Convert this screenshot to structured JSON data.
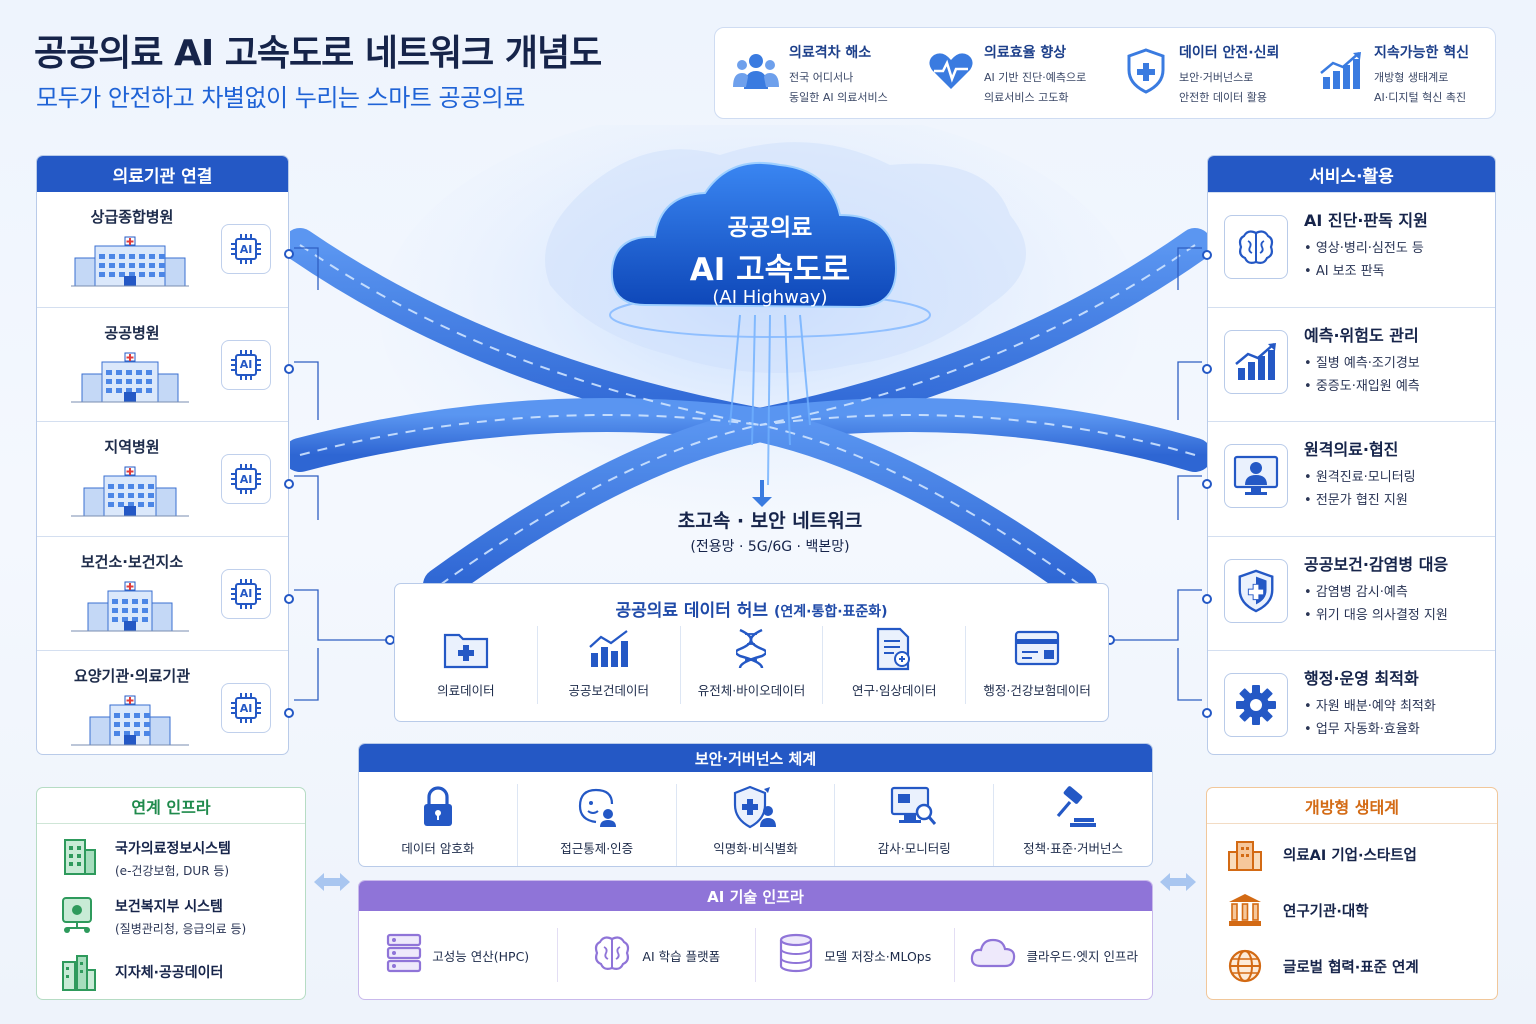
{
  "header": {
    "title": "공공의료 AI 고속도로 네트워크 개념도",
    "subtitle": "모두가 안전하고 차별없이 누리는 스마트 공공의료"
  },
  "goals": [
    {
      "title": "의료격차 해소",
      "line1": "전국 어디서나",
      "line2": "동일한 AI 의료서비스",
      "icon": "people-icon"
    },
    {
      "title": "의료효율 향상",
      "line1": "AI 기반 진단·예측으로",
      "line2": "의료서비스 고도화",
      "icon": "heart-pulse-icon"
    },
    {
      "title": "데이터 안전·신뢰",
      "line1": "보안·거버넌스로",
      "line2": "안전한 데이터 활용",
      "icon": "shield-icon"
    },
    {
      "title": "지속가능한 혁신",
      "line1": "개방형 생태계로",
      "line2": "AI·디지털 혁신 촉진",
      "icon": "growth-chart-icon"
    }
  ],
  "left_panel": {
    "title": "의료기관 연결",
    "chip_label": "AI",
    "items": [
      {
        "name": "상급종합병원"
      },
      {
        "name": "공공병원"
      },
      {
        "name": "지역병원"
      },
      {
        "name": "보건소·보건지소"
      },
      {
        "name": "요양기관·의료기관"
      }
    ]
  },
  "center": {
    "cloud_line1": "공공의료",
    "cloud_line2": "AI 고속도로",
    "cloud_line3": "(AI Highway)",
    "network_title": "초고속 · 보안 네트워크",
    "network_sub": "(전용망 · 5G/6G · 백본망)"
  },
  "hub": {
    "title": "공공의료 데이터 허브",
    "title_suffix": "(연계·통합·표준화)",
    "items": [
      {
        "label": "의료데이터",
        "icon": "medical-folder-icon"
      },
      {
        "label": "공공보건데이터",
        "icon": "bar-chart-icon"
      },
      {
        "label": "유전체·바이오데이터",
        "icon": "dna-icon"
      },
      {
        "label": "연구·임상데이터",
        "icon": "research-doc-icon"
      },
      {
        "label": "행정·건강보험데이터",
        "icon": "card-icon"
      }
    ]
  },
  "security": {
    "title": "보안·거버넌스 체계",
    "items": [
      {
        "label": "데이터 암호화",
        "icon": "lock-icon"
      },
      {
        "label": "접근통제·인증",
        "icon": "face-id-icon"
      },
      {
        "label": "익명화·비식별화",
        "icon": "shield-user-icon"
      },
      {
        "label": "감사·모니터링",
        "icon": "monitor-search-icon"
      },
      {
        "label": "정책·표준·거버넌스",
        "icon": "gavel-icon"
      }
    ]
  },
  "ai_infra": {
    "title": "AI 기술 인프라",
    "items": [
      {
        "label": "고성능 연산(HPC)",
        "icon": "server-icon"
      },
      {
        "label": "AI 학습 플랫폼",
        "icon": "brain-icon"
      },
      {
        "label": "모델 저장소·MLOps",
        "icon": "database-icon"
      },
      {
        "label": "클라우드·엣지 인프라",
        "icon": "cloud-icon"
      }
    ]
  },
  "right_panel": {
    "title": "서비스·활용",
    "items": [
      {
        "title": "AI 진단·판독 지원",
        "b1": "영상·병리·심전도 등",
        "b2": "AI 보조 판독",
        "icon": "brain-icon"
      },
      {
        "title": "예측·위험도 관리",
        "b1": "질병 예측·조기경보",
        "b2": "중증도·재입원 예측",
        "icon": "growth-chart-icon"
      },
      {
        "title": "원격의료·협진",
        "b1": "원격진료·모니터링",
        "b2": "전문가 협진 지원",
        "icon": "telemedicine-icon"
      },
      {
        "title": "공공보건·감염병 대응",
        "b1": "감염병 감시·예측",
        "b2": "위기 대응 의사결정 지원",
        "icon": "shield-icon"
      },
      {
        "title": "행정·운영 최적화",
        "b1": "자원 배분·예약 최적화",
        "b2": "업무 자동화·효율화",
        "icon": "gear-icon"
      }
    ]
  },
  "link_infra": {
    "title": "연계 인프라",
    "items": [
      {
        "title": "국가의료정보시스템",
        "sub": "(e-건강보험, DUR 등)",
        "icon": "building-icon"
      },
      {
        "title": "보건복지부 시스템",
        "sub": "(질병관리청, 응급의료 등)",
        "icon": "network-building-icon"
      },
      {
        "title": "지자체·공공데이터",
        "sub": "",
        "icon": "city-icon"
      }
    ]
  },
  "ecosystem": {
    "title": "개방형 생태계",
    "items": [
      {
        "title": "의료AI 기업·스타트업",
        "icon": "startup-icon"
      },
      {
        "title": "연구기관·대학",
        "icon": "university-icon"
      },
      {
        "title": "글로벌 협력·표준 연계",
        "icon": "globe-icon"
      }
    ]
  },
  "colors": {
    "primary": "#2458c5",
    "title": "#16244a",
    "subtitle": "#1f63d6",
    "ai_infra": "#8f74d8",
    "link_infra": "#1f8a4c",
    "ecosystem": "#d36a14"
  }
}
